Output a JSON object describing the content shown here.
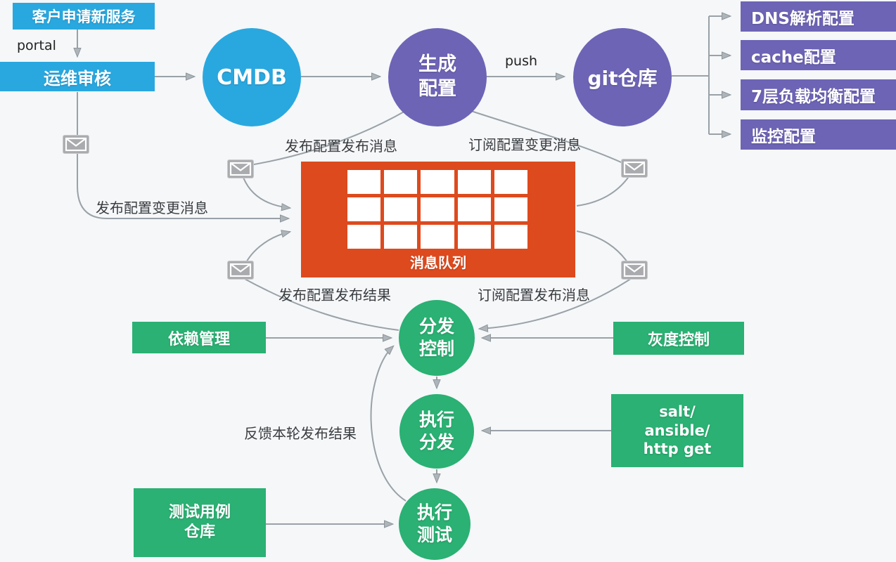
{
  "colors": {
    "blue": "#29a8e0",
    "purple": "#6d64b6",
    "orange": "#dd4a1e",
    "green": "#2ab173",
    "connector_gray": "#9aa1a7",
    "label_text": "#3a3d40",
    "background": "#f5f7f9"
  },
  "nodes": {
    "customer_request": {
      "label": "客户申请新服务"
    },
    "ops_review": {
      "label": "运维审核"
    },
    "cmdb": {
      "label": "CMDB"
    },
    "generate_config": {
      "label": "生成\n配置"
    },
    "git_repo": {
      "label": "git仓库"
    },
    "config_outputs": [
      {
        "label": "DNS解析配置"
      },
      {
        "label": "cache配置"
      },
      {
        "label": "7层负载均衡配置"
      },
      {
        "label": "监控配置"
      }
    ],
    "message_queue": {
      "label": "消息队列",
      "grid_rows": 3,
      "grid_cols": 5
    },
    "dispatch_control": {
      "label": "分发\n控制"
    },
    "exec_dispatch": {
      "label": "执行\n分发"
    },
    "exec_test": {
      "label": "执行\n测试"
    },
    "dependency_mgmt": {
      "label": "依赖管理"
    },
    "gray_release_control": {
      "label": "灰度控制"
    },
    "exec_tools": {
      "label": "salt/\nansible/\nhttp get"
    },
    "test_case_repo": {
      "label": "测试用例\n仓库"
    }
  },
  "edge_labels": {
    "portal": "portal",
    "push": "push",
    "publish_config_publish_message": "发布配置发布消息",
    "subscribe_config_change_message": "订阅配置变更消息",
    "publish_config_change_message": "发布配置变更消息",
    "publish_config_publish_result": "发布配置发布结果",
    "subscribe_config_publish_message": "订阅配置发布消息",
    "feedback_round_result": "反馈本轮发布结果"
  },
  "icons": {
    "mail": {
      "name": "mail-icon",
      "count": 5
    }
  }
}
